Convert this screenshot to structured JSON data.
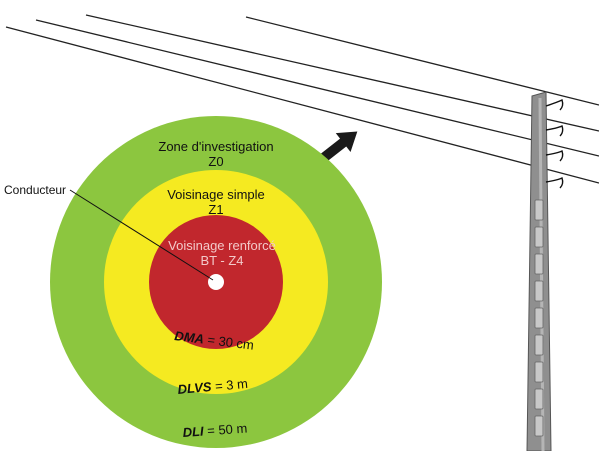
{
  "colors": {
    "investigation_zone": "#8cc63f",
    "simple_zone": "#f5ea21",
    "reinforced_zone": "#c1272d",
    "conductor": "#ffffff",
    "pole": "#8f8f8f",
    "lines": "#222222"
  },
  "zones": {
    "z0_name": "Zone d'investigation",
    "z0_code": "Z0",
    "z1_name": "Voisinage simple",
    "z1_code": "Z1",
    "z4_name": "Voisinage renforcé",
    "z4_code": "BT - Z4"
  },
  "conductor_label": "Conducteur",
  "distances": {
    "dma_abbr": "DMA",
    "dma_value": "= 30 cm",
    "dlvs_abbr": "DLVS",
    "dlvs_value": "= 3 m",
    "dli_abbr": "DLI",
    "dli_value": "= 50 m"
  },
  "icons": {
    "arrow": "direction-arrow-icon",
    "pole": "utility-pole"
  }
}
